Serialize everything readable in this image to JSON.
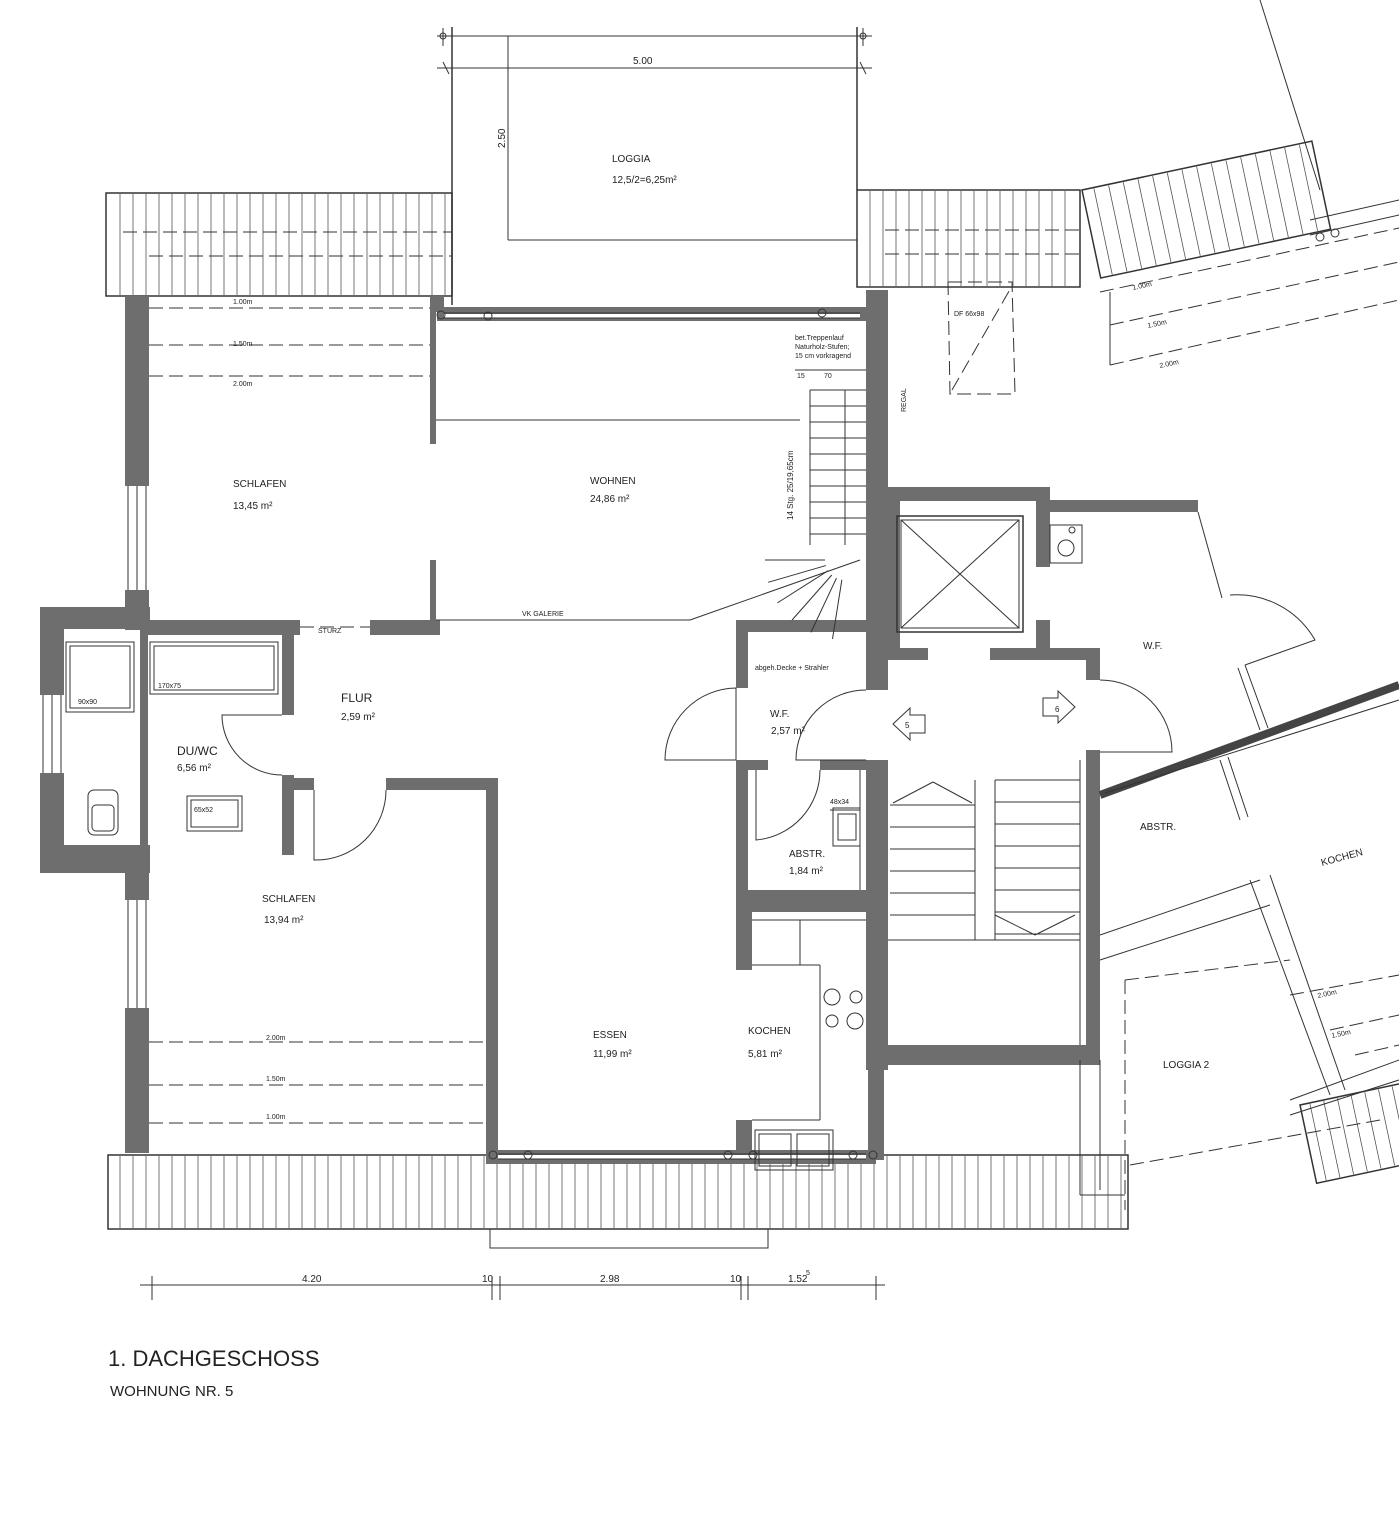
{
  "plan": {
    "title": "1. DACHGESCHOSS",
    "subtitle": "WOHNUNG NR. 5"
  },
  "rooms": {
    "loggia": {
      "name": "LOGGIA",
      "area": "12,5/2=6,25m²"
    },
    "schlafen_top": {
      "name": "SCHLAFEN",
      "area": "13,45 m²"
    },
    "wohnen": {
      "name": "WOHNEN",
      "area": "24,86 m²"
    },
    "flur": {
      "name": "FLUR",
      "area": "2,59 m²"
    },
    "duwc": {
      "name": "DU/WC",
      "area": "6,56 m²"
    },
    "wf_small": {
      "name": "W.F.",
      "area": "2,57 m²"
    },
    "abstr_small": {
      "name": "ABSTR.",
      "area": "1,84 m²"
    },
    "schlafen_bottom": {
      "name": "SCHLAFEN",
      "area": "13,94 m²"
    },
    "essen": {
      "name": "ESSEN",
      "area": "11,99 m²"
    },
    "kochen": {
      "name": "KOCHEN",
      "area": "5,81 m²"
    },
    "wf_right": {
      "name": "W.F."
    },
    "abstr_right": {
      "name": "ABSTR."
    },
    "kochen_right": {
      "name": "KOCHEN"
    },
    "loggia2": {
      "name": "LOGGIA 2"
    }
  },
  "annotations": {
    "stair_note": [
      "bet.Treppenlauf",
      "Naturholz-Stufen;",
      "15 cm vorkragend"
    ],
    "stair_steps": "14 Stg. 25/19,65cm",
    "stair_dim_a": "15",
    "stair_dim_b": "70",
    "vk_galerie": "VK GALERIE",
    "sturz": "STURZ",
    "df": "DF 66x98",
    "regal": "REGAL",
    "abgeh": "abgeh.Decke + Strahler",
    "tub": "170x75",
    "shower": "90x90",
    "basin": "65x52",
    "sink_small": "48x34",
    "door_5": "5",
    "door_6": "6"
  },
  "dimensions": {
    "top_width": "5.00",
    "top_depth": "2.50",
    "bottom": {
      "seg1": "4.20",
      "seg2": "10",
      "seg3": "2.98",
      "seg4": "10",
      "seg5": "1.52",
      "seg5_sup": "5"
    },
    "height_lines": [
      "1.00m",
      "1.50m",
      "2.00m"
    ]
  }
}
